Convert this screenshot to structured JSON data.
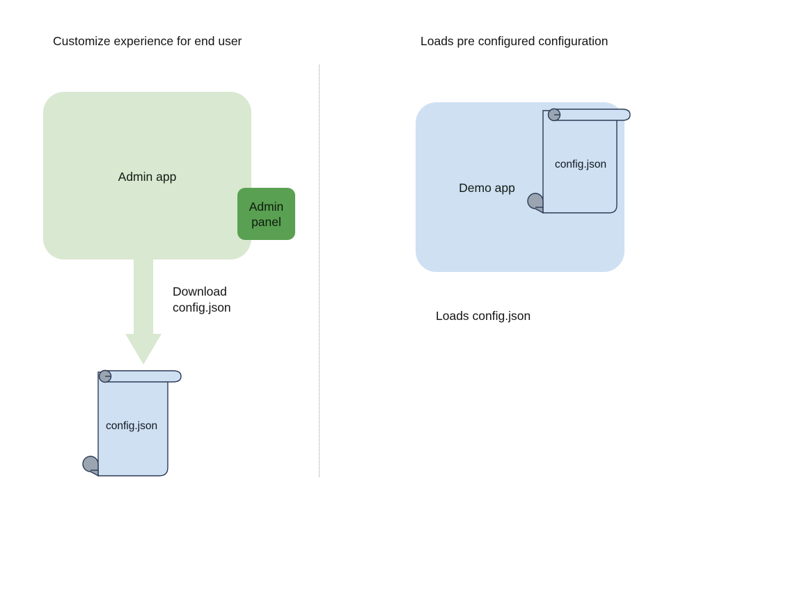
{
  "diagram": {
    "title_left": "Customize experience for end user",
    "title_right": "Loads pre configured configuration",
    "colors": {
      "admin_app_fill": "#d9e8d0",
      "admin_panel_fill": "#5aa052",
      "demo_app_fill": "#cfe0f3",
      "scroll_fill": "#cfe0f3",
      "scroll_stroke": "#2b3a55",
      "scroll_curl_fill": "#9aa5b1",
      "arrow_fill": "#d9e8d0",
      "divider_color": "#999999",
      "text_color": "#141414",
      "background": "#ffffff"
    },
    "left_panel": {
      "caption": "Customize experience for end user",
      "app_box": {
        "label": "Admin app"
      },
      "admin_panel": {
        "label": "Admin\npanel"
      },
      "arrow": {
        "direction": "down",
        "label": "Download\nconfig.json"
      },
      "document": {
        "label": "config.json",
        "shape": "scroll"
      }
    },
    "right_panel": {
      "caption": "Loads pre configured configuration",
      "app_box": {
        "label": "Demo app"
      },
      "document": {
        "label": "config.json",
        "shape": "scroll"
      },
      "footer_label": "Loads config.json"
    }
  }
}
